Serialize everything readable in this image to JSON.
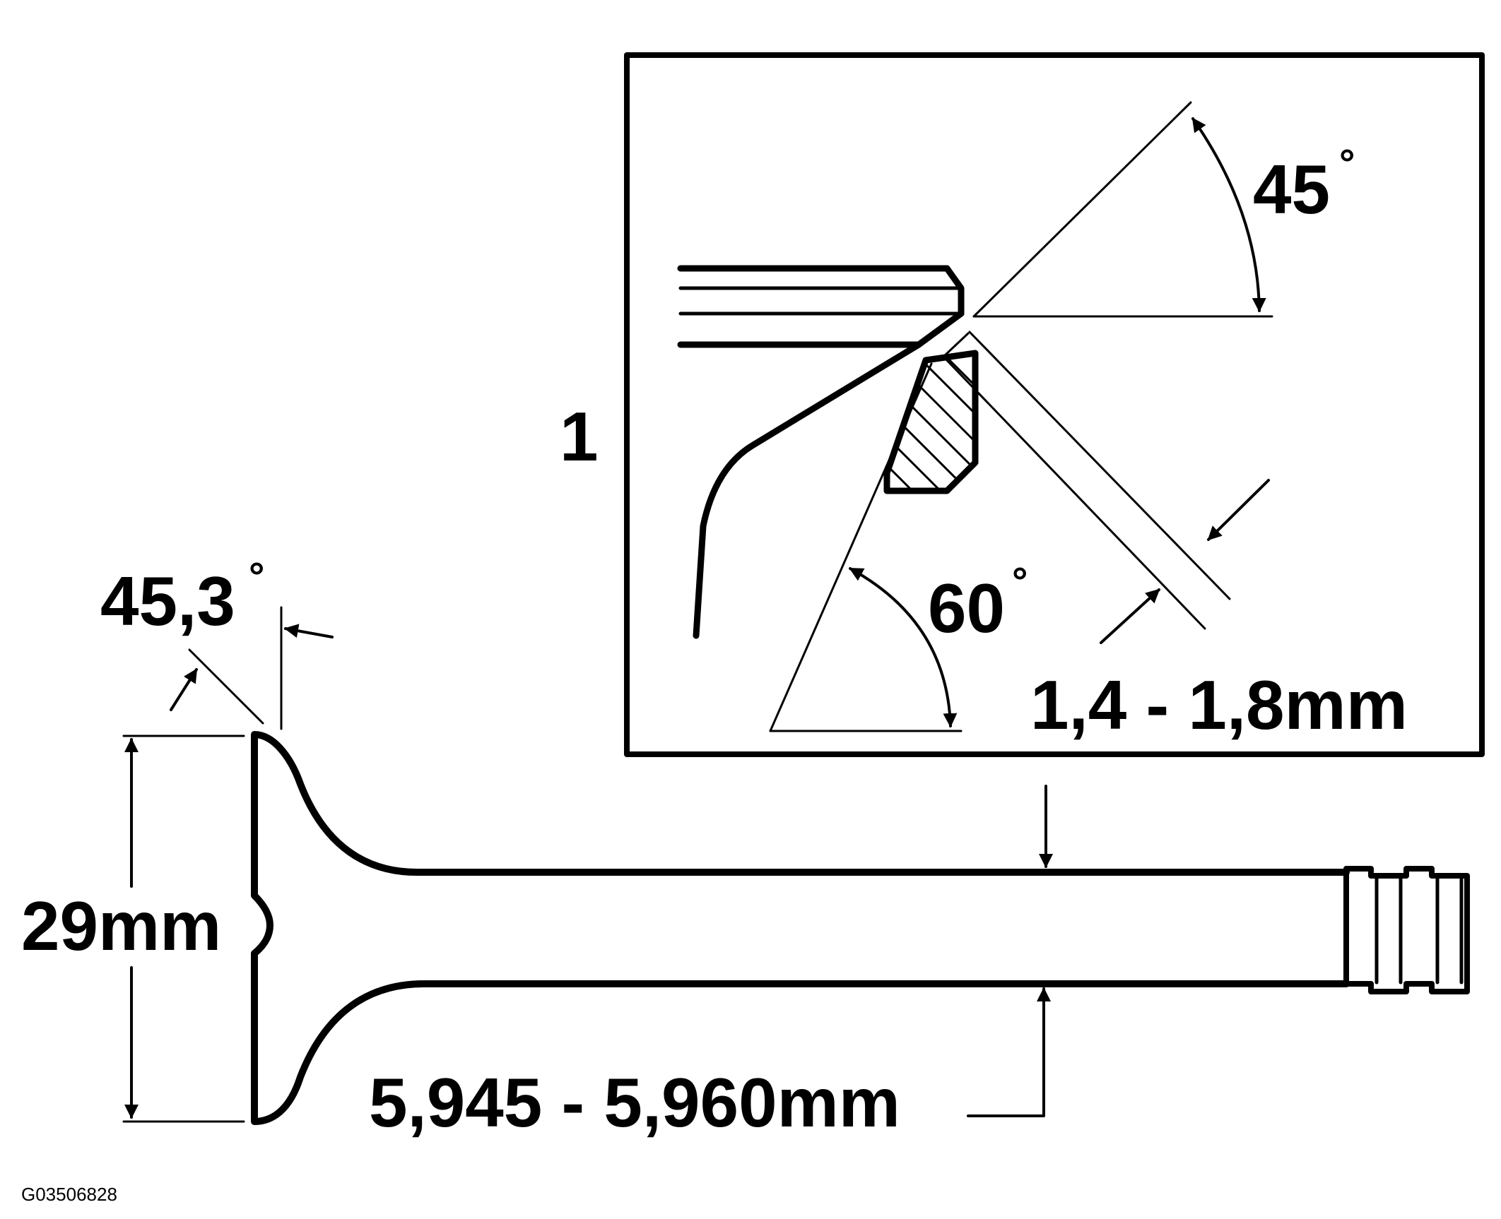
{
  "labels": {
    "detail_number": "1",
    "valve_seat_angle": "45,3",
    "head_diameter": "29mm",
    "stem_diameter": "5,945 - 5,960mm",
    "top_angle": "45",
    "bottom_angle": "60",
    "seat_width": "1,4 - 1,8mm",
    "degree_symbol": "°",
    "figure_id": "G03506828"
  },
  "colors": {
    "ink": "#000000",
    "background": "#ffffff"
  }
}
